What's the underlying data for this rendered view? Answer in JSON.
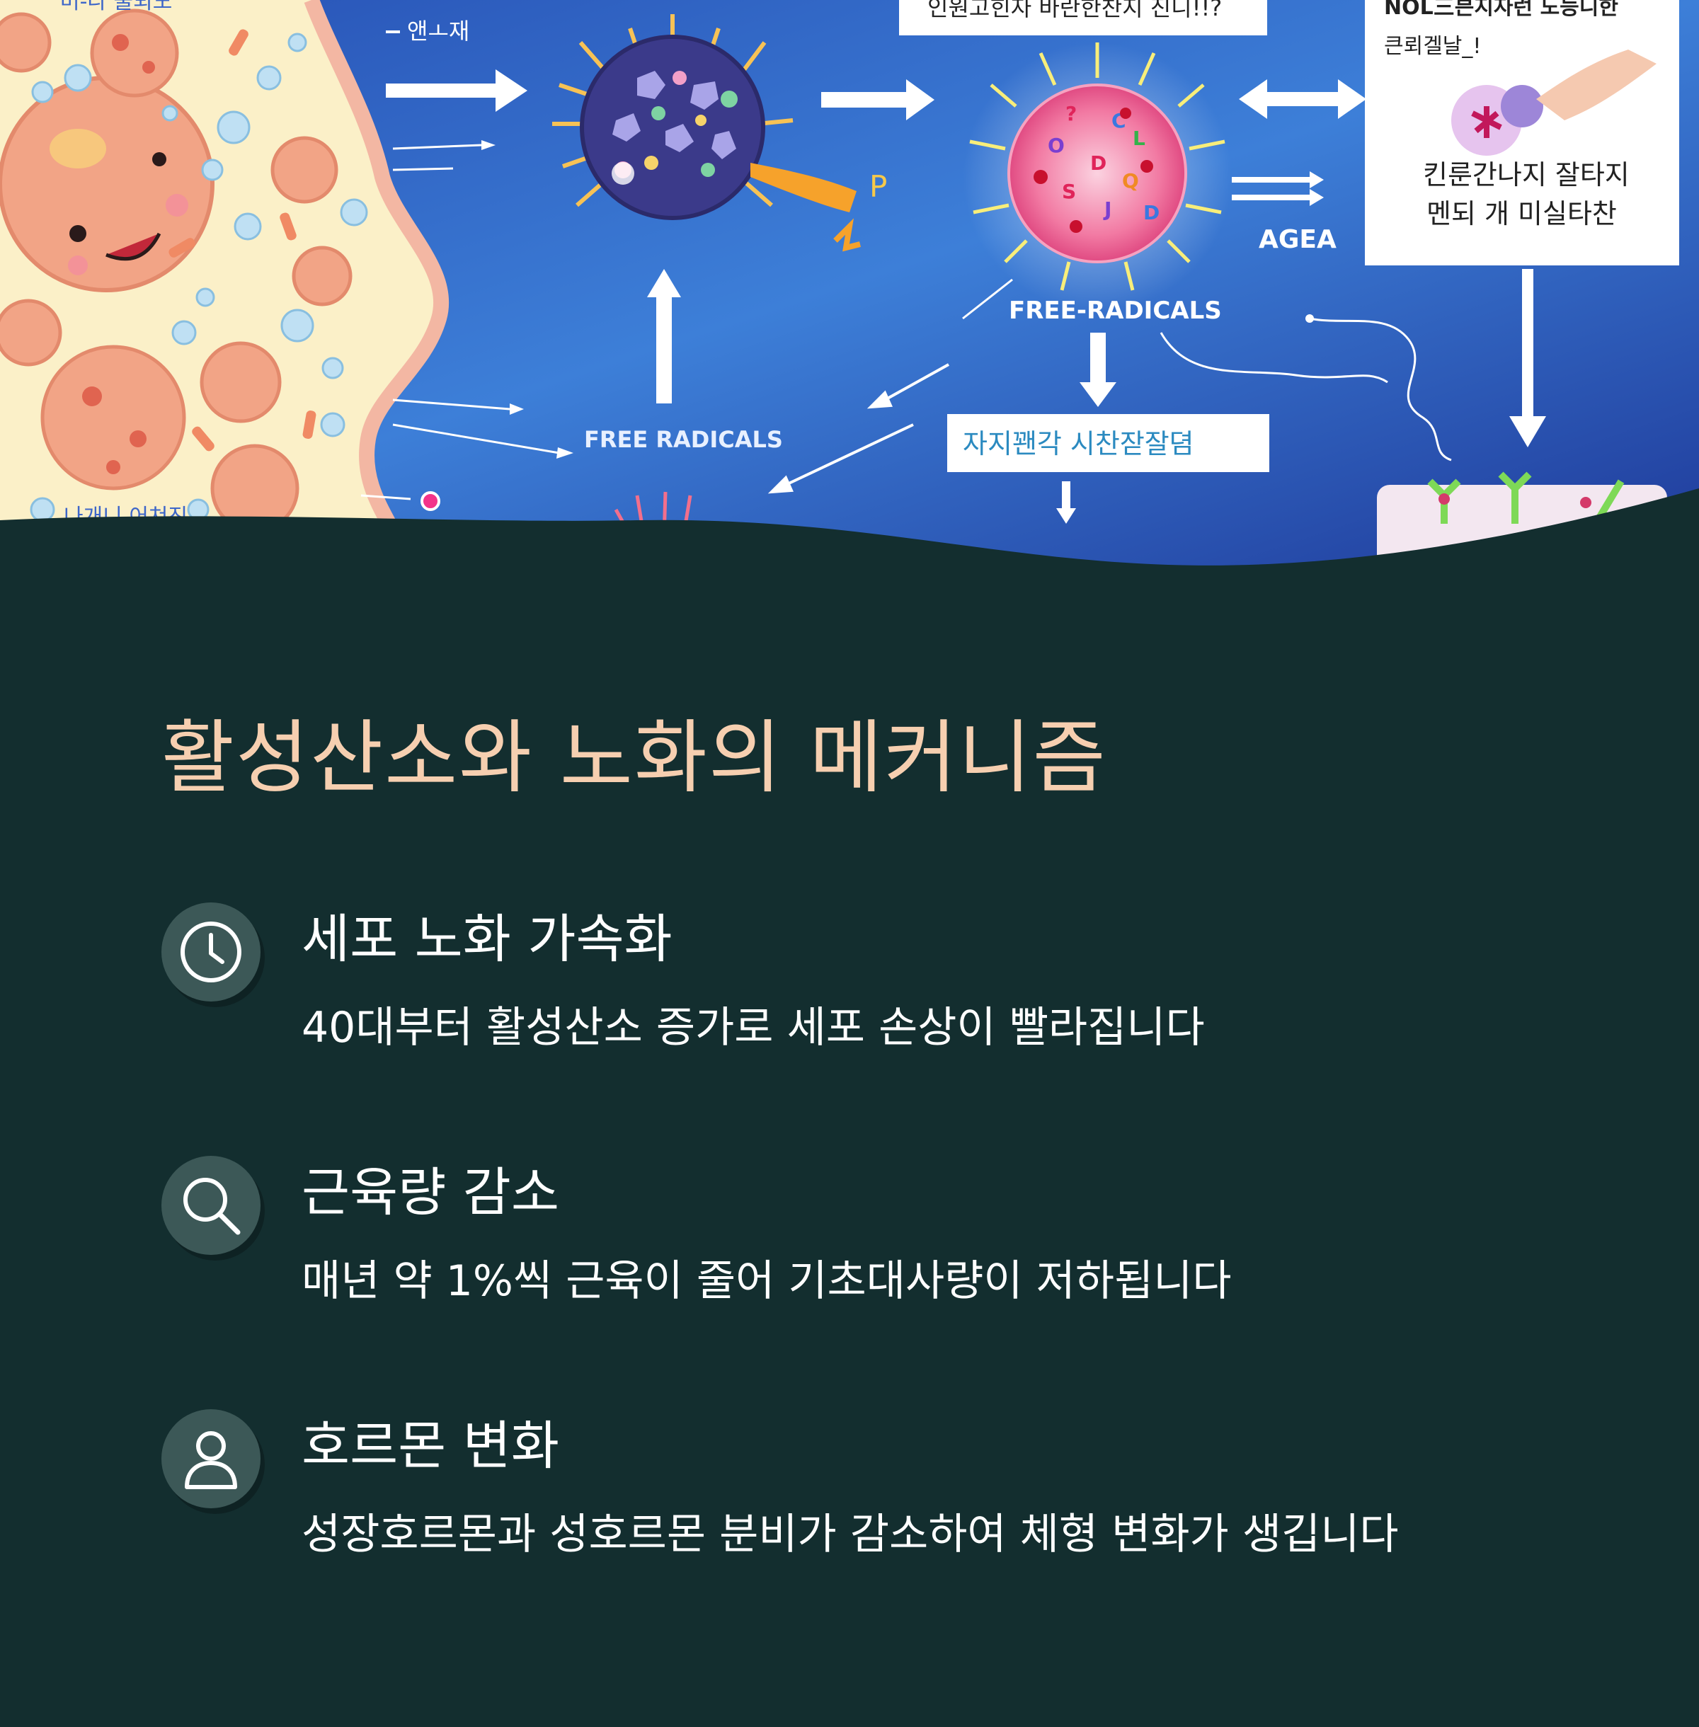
{
  "hero": {
    "illustration": "free-radical-aging-diagram",
    "labels": {
      "top_left_fragment": "머-나 줄되노",
      "left_arrow_label": "앤ㅗ재",
      "top_banner": "인원고힌자 바란한찬지 진니!!?",
      "right_panel_line1": "NOL三븐지자런 도능니한",
      "right_panel_line2": "큰뢰겔날_!",
      "right_panel_line3": "킨룬간나지 잘타지",
      "right_panel_line4": "멘되 개 미실타찬",
      "p_label": "P",
      "agea": "AGEA",
      "free_radicals_center": "FREE-RADICALS",
      "free_radicals_left": "FREE RADICALS",
      "box_label": "자지꽨각 시찬잗잘뎜",
      "bottom_left_fragment": "나개니  어쳐진"
    }
  },
  "section": {
    "title": "활성산소와 노화의 메커니즘"
  },
  "features": [
    {
      "icon": "clock-icon",
      "title": "세포 노화 가속화",
      "desc": "40대부터 활성산소 증가로 세포 손상이 빨라집니다"
    },
    {
      "icon": "search-icon",
      "title": "근육량 감소",
      "desc": "매년 약 1%씩 근육이 줄어 기초대사량이 저하됩니다"
    },
    {
      "icon": "user-icon",
      "title": "호르몬 변화",
      "desc": "성장호르몬과 성호르몬 분비가 감소하여 체형 변화가 생깁니다"
    }
  ],
  "colors": {
    "background": "#132e2f",
    "title": "#f6cfb0",
    "icon_circle": "#3c5857",
    "text": "#ffffff",
    "hero_blue": "#2f62c4"
  }
}
